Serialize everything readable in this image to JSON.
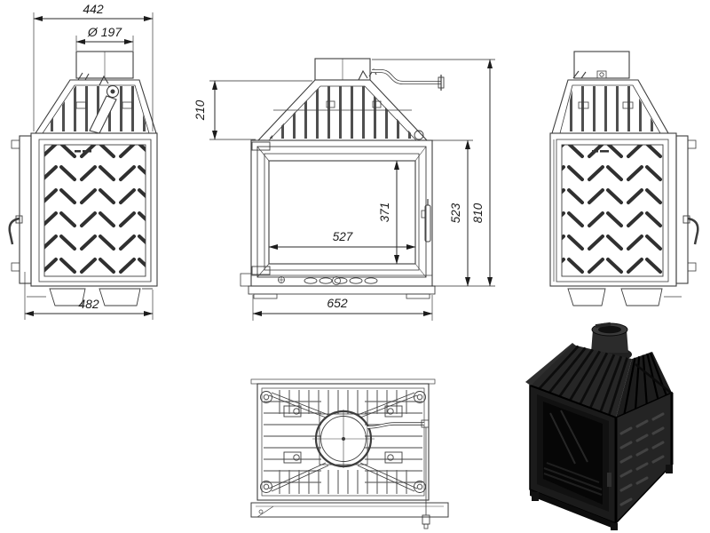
{
  "dimensions": {
    "top_width": "442",
    "flue_diameter": "Ø 197",
    "hood_height": "210",
    "glass_height": "371",
    "glass_width": "527",
    "body_height": "523",
    "total_height": "810",
    "front_width": "652",
    "side_depth": "482"
  },
  "colors": {
    "background": "#ffffff",
    "line": "#3d3d3d",
    "dimension_text": "#1c1c1c",
    "render_body": "#1e1e1e"
  }
}
